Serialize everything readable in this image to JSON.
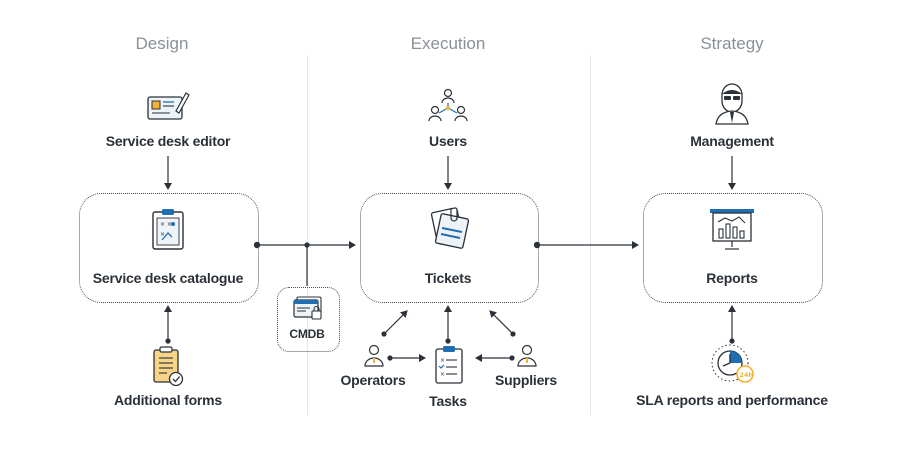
{
  "columns": {
    "design": "Design",
    "execution": "Execution",
    "strategy": "Strategy"
  },
  "nodes": {
    "service_desk_editor": "Service desk editor",
    "service_desk_catalogue": "Service desk catalogue",
    "additional_forms": "Additional forms",
    "cmdb": "CMDB",
    "users": "Users",
    "tickets": "Tickets",
    "operators": "Operators",
    "tasks": "Tasks",
    "suppliers": "Suppliers",
    "management": "Management",
    "reports": "Reports",
    "sla_reports": "SLA reports and performance"
  },
  "icons": {
    "editor": "card-pencil-icon",
    "catalogue": "clipboard-plan-icon",
    "forms": "clipboard-check-icon",
    "cmdb": "window-lock-icon",
    "users": "org-chart-icon",
    "tickets": "tickets-icon",
    "operator": "person-icon",
    "tasks": "checklist-icon",
    "supplier": "person-icon",
    "management": "manager-icon",
    "reports": "presentation-chart-icon",
    "sla": "clock-gauge-icon"
  },
  "colors": {
    "line": "#2b3138",
    "accent_blue": "#1f6fb2",
    "accent_yellow": "#f2b233",
    "muted": "#8a9096"
  }
}
